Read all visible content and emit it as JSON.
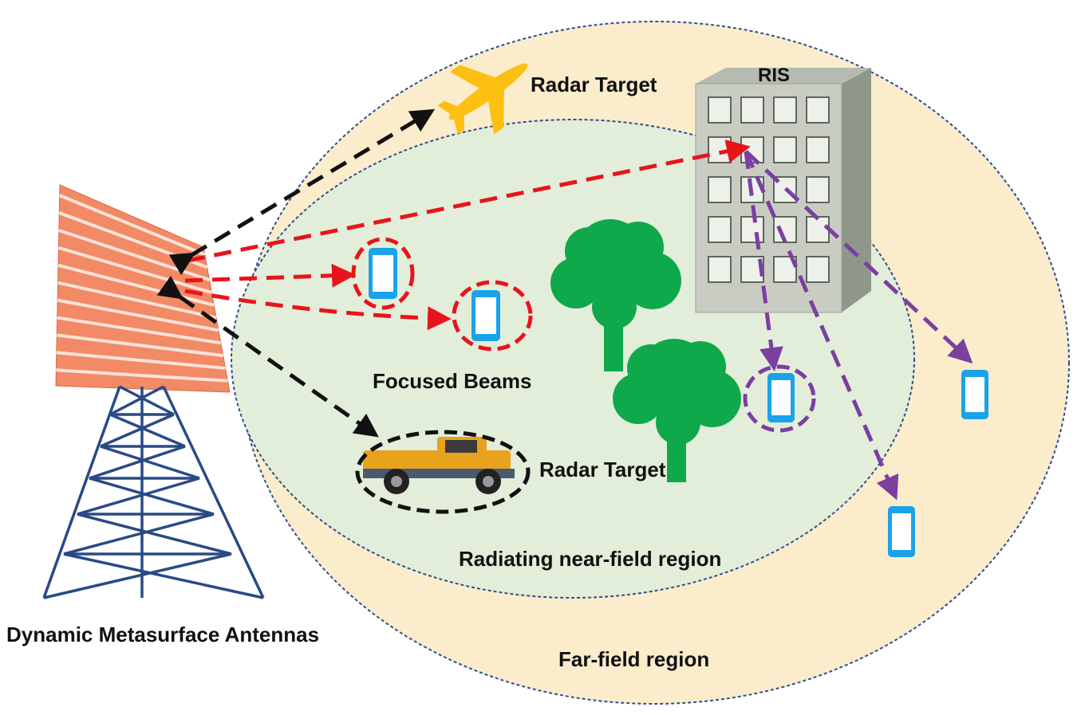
{
  "labels": {
    "radar_target_top": "Radar Target",
    "ris": "RIS",
    "focused_beams": "Focused Beams",
    "radar_target_bottom": "Radar Target",
    "near_field": "Radiating near-field region",
    "far_field": "Far-field region",
    "dma": "Dynamic Metasurface Antennas"
  },
  "colors": {
    "far_field_fill": "#fbeccb",
    "near_field_fill": "#e2eed9",
    "boundary": "#2f4f8f",
    "red_beam": "#e8141c",
    "purple_beam": "#7b3fa0",
    "black_beam": "#111111",
    "phone": "#1aa3e8",
    "tree": "#0fa84a",
    "plane": "#fcbf12",
    "truck": "#e8a21e",
    "building_face": "#c9ccc3",
    "building_side": "#8f978a",
    "tower": "#2a4a86",
    "panel_stripe": "#f28a66"
  },
  "icons": [
    "airplane-icon",
    "building-icon",
    "tree-icon",
    "phone-icon",
    "truck-icon",
    "tower-icon",
    "metasurface-panel-icon"
  ]
}
